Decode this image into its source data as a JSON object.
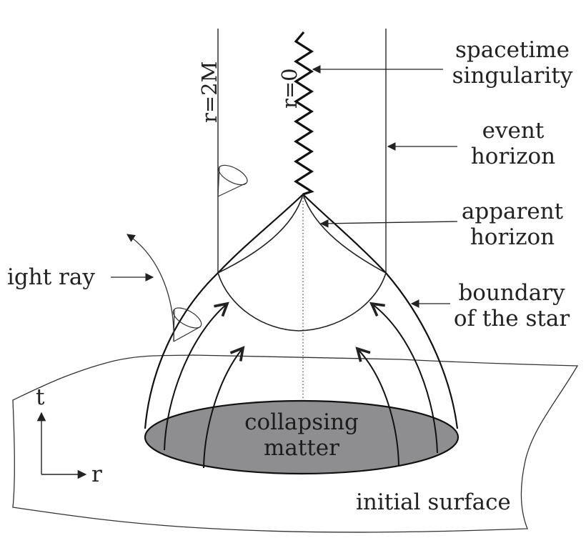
{
  "diagram": {
    "labels": {
      "singularity_line1": "spacetime",
      "singularity_line2": "singularity",
      "event_line1": "event",
      "event_line2": "horizon",
      "apparent_line1": "apparent",
      "apparent_line2": "horizon",
      "boundary_line1": "boundary",
      "boundary_line2": "of the star",
      "light_ray": "ight ray",
      "r_2m": "r=2M",
      "r_0": "r=0",
      "matter_line1": "collapsing",
      "matter_line2": "matter",
      "initial_surface": "initial surface",
      "axis_t": "t",
      "axis_r": "r"
    },
    "colors": {
      "ink": "#222222",
      "collapsing_matter_fill": "#8e8e90"
    }
  }
}
